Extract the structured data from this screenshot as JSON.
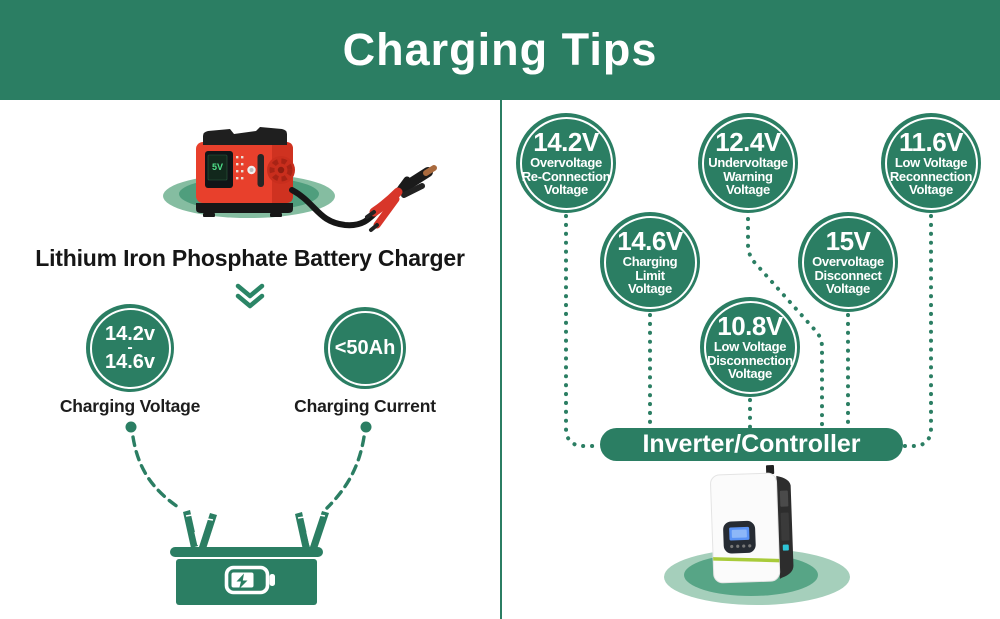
{
  "header": {
    "title": "Charging Tips"
  },
  "left": {
    "product_title": "Lithium Iron Phosphate Battery Charger",
    "charger_lcd": "5V",
    "specs": [
      {
        "value_lines": [
          "14.2v",
          "-",
          "14.6v"
        ],
        "label": "Charging Voltage"
      },
      {
        "value_lines": [
          "<50Ah"
        ],
        "label": "Charging Current"
      }
    ]
  },
  "right": {
    "nodes": [
      {
        "value": "14.2V",
        "label_lines": [
          "Overvoltage",
          "Re-Connection",
          "Voltage"
        ]
      },
      {
        "value": "12.4V",
        "label_lines": [
          "Undervoltage",
          "Warning",
          "Voltage"
        ]
      },
      {
        "value": "11.6V",
        "label_lines": [
          "Low Voltage",
          "Reconnection",
          "Voltage"
        ]
      },
      {
        "value": "14.6V",
        "label_lines": [
          "Charging",
          "Limit",
          "Voltage"
        ]
      },
      {
        "value": "15V",
        "label_lines": [
          "Overvoltage",
          "Disconnect",
          "Voltage"
        ]
      },
      {
        "value": "10.8V",
        "label_lines": [
          "Low Voltage",
          "Disconnection",
          "Voltage"
        ]
      }
    ],
    "hub_label": "Inverter/Controller"
  },
  "colors": {
    "accent_green": "#2b7e63",
    "shadow_green_light": "#a5cfbb",
    "shadow_green_dark": "#57a586",
    "charger_red": "#e8402c",
    "clamp_red": "#d8362a",
    "text_dark": "#1c1c1c",
    "lcd_blue": "#5b93f5"
  }
}
